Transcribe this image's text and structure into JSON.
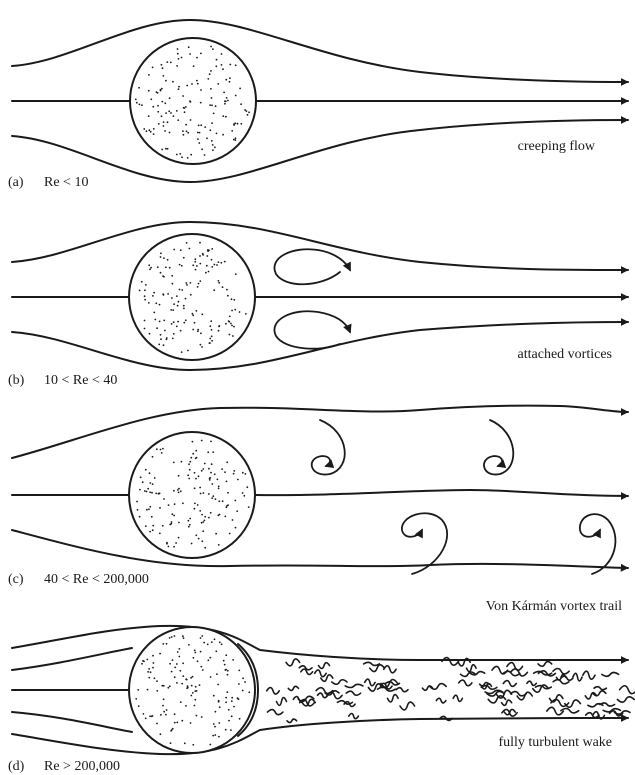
{
  "panels": [
    {
      "id": "a",
      "label": "(a)",
      "regime": "Re < 10",
      "caption": "creeping flow"
    },
    {
      "id": "b",
      "label": "(b)",
      "regime": "10 < Re < 40",
      "caption": "attached vortices"
    },
    {
      "id": "c",
      "label": "(c)",
      "regime": "40 < Re < 200,000",
      "caption": "Von Kármán vortex trail"
    },
    {
      "id": "d",
      "label": "(d)",
      "regime": "Re > 200,000",
      "caption": "fully turbulent wake"
    }
  ],
  "colors": {
    "ink": "#1a1a1a",
    "background": "#ffffff"
  }
}
